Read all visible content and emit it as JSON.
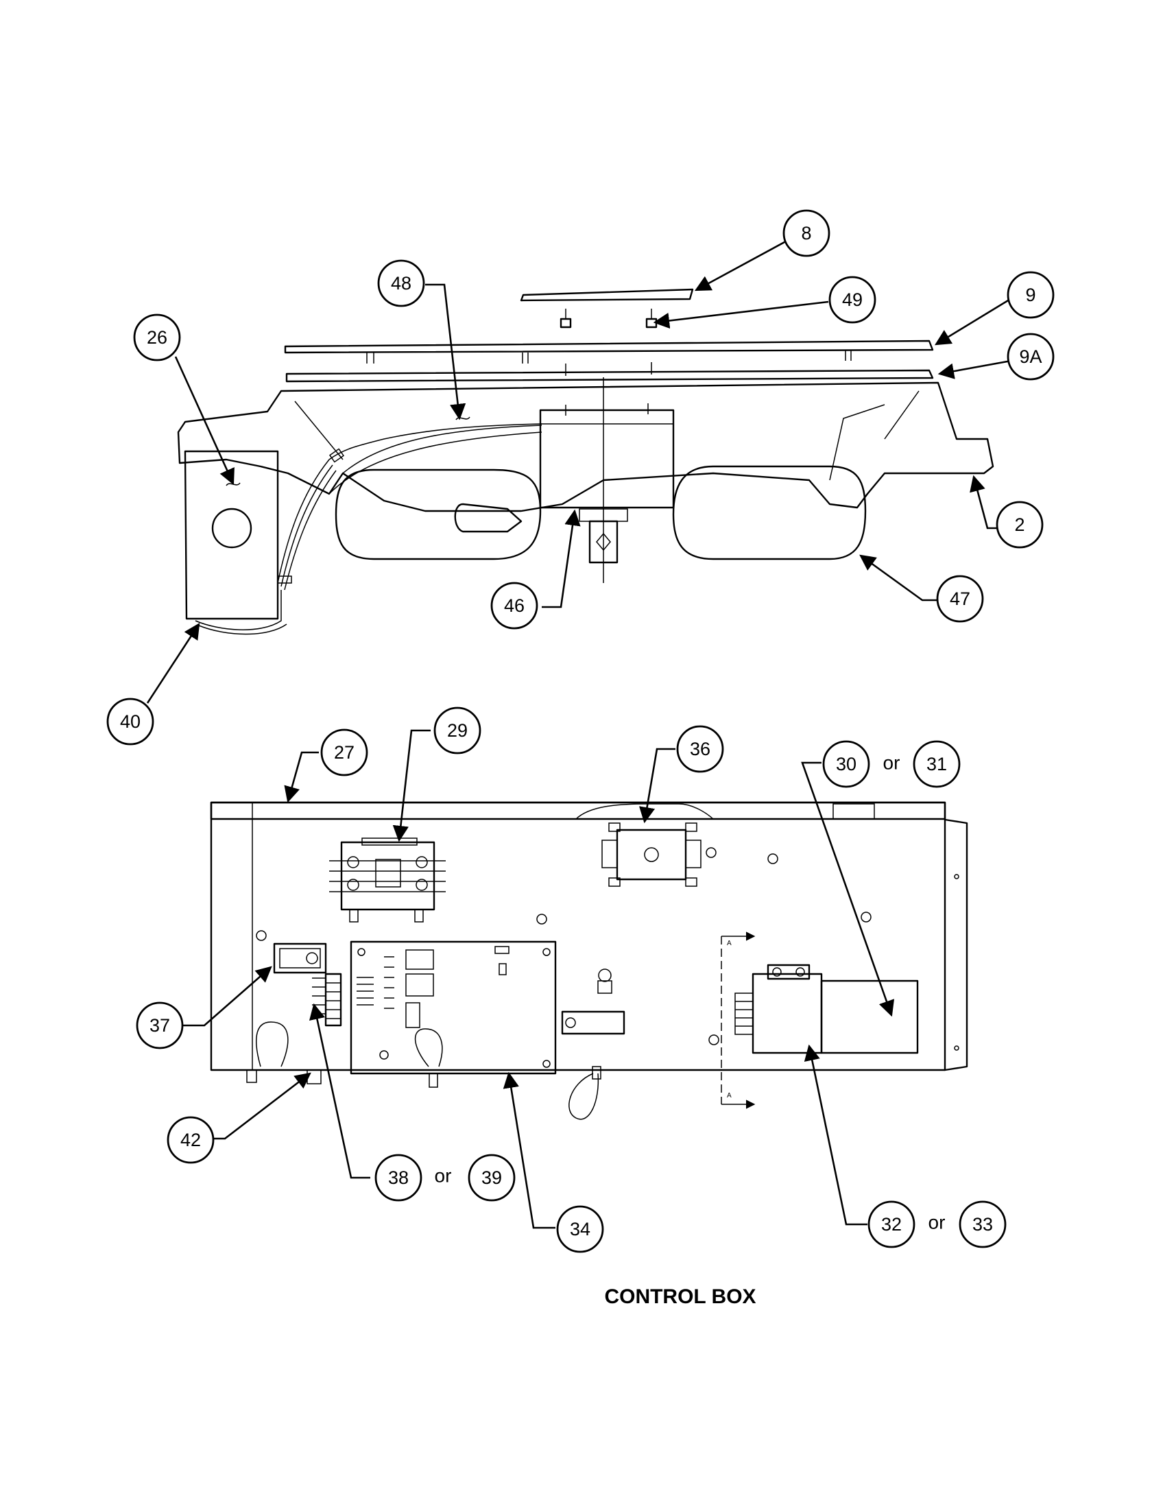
{
  "caption": "CONTROL BOX",
  "callouts": {
    "c8": "8",
    "c49": "49",
    "c9": "9",
    "c9a": "9A",
    "c48": "48",
    "c26": "26",
    "c2": "2",
    "c46": "46",
    "c47": "47",
    "c40": "40",
    "c27": "27",
    "c29": "29",
    "c36": "36",
    "c30": "30",
    "c31": "31",
    "c37": "37",
    "c42": "42",
    "c38": "38",
    "c39": "39",
    "c34": "34",
    "c32": "32",
    "c33": "33"
  },
  "or_label": "or",
  "section_marks": {
    "top": "A",
    "bottom": "A"
  }
}
